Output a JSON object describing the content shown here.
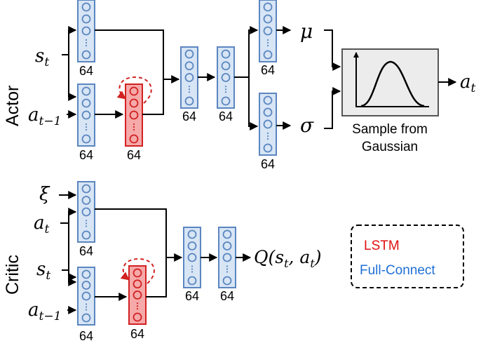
{
  "actor": {
    "section_label": "Actor",
    "input_state": "s",
    "input_state_sub": "t",
    "input_action": "a",
    "input_action_sub": "t−1",
    "layer_sizes": {
      "state_fc": "64",
      "action_fc": "64",
      "lstm": "64",
      "fc1": "64",
      "fc2": "64",
      "mu_fc": "64",
      "sigma_fc": "64"
    },
    "mu_symbol": "μ",
    "sigma_symbol": "σ",
    "sampler_caption_line1": "Sample from",
    "sampler_caption_line2": "Gaussian",
    "output": "a",
    "output_sub": "t"
  },
  "critic": {
    "section_label": "Critic",
    "input_xi": "ξ",
    "input_action": "a",
    "input_action_sub": "t",
    "input_state": "s",
    "input_state_sub": "t",
    "input_prev_action": "a",
    "input_prev_action_sub": "t−1",
    "layer_sizes": {
      "top_fc": "64",
      "bottom_fc": "64",
      "lstm": "64",
      "fc1": "64",
      "fc2": "64"
    },
    "output": "Q(s",
    "output_sub1": "t",
    "output_mid": ", a",
    "output_sub2": "t",
    "output_end": ")"
  },
  "legend": {
    "lstm_label": "LSTM",
    "fc_label": "Full-Connect"
  },
  "colors": {
    "fc_fill": "#d7e5f5",
    "fc_stroke": "#5b86c0",
    "lstm_fill": "#f6a9a9",
    "lstm_stroke": "#d22121",
    "lstm_text": "#e01010",
    "fc_text": "#1f6fd6",
    "sampler_fill": "#ececec"
  }
}
